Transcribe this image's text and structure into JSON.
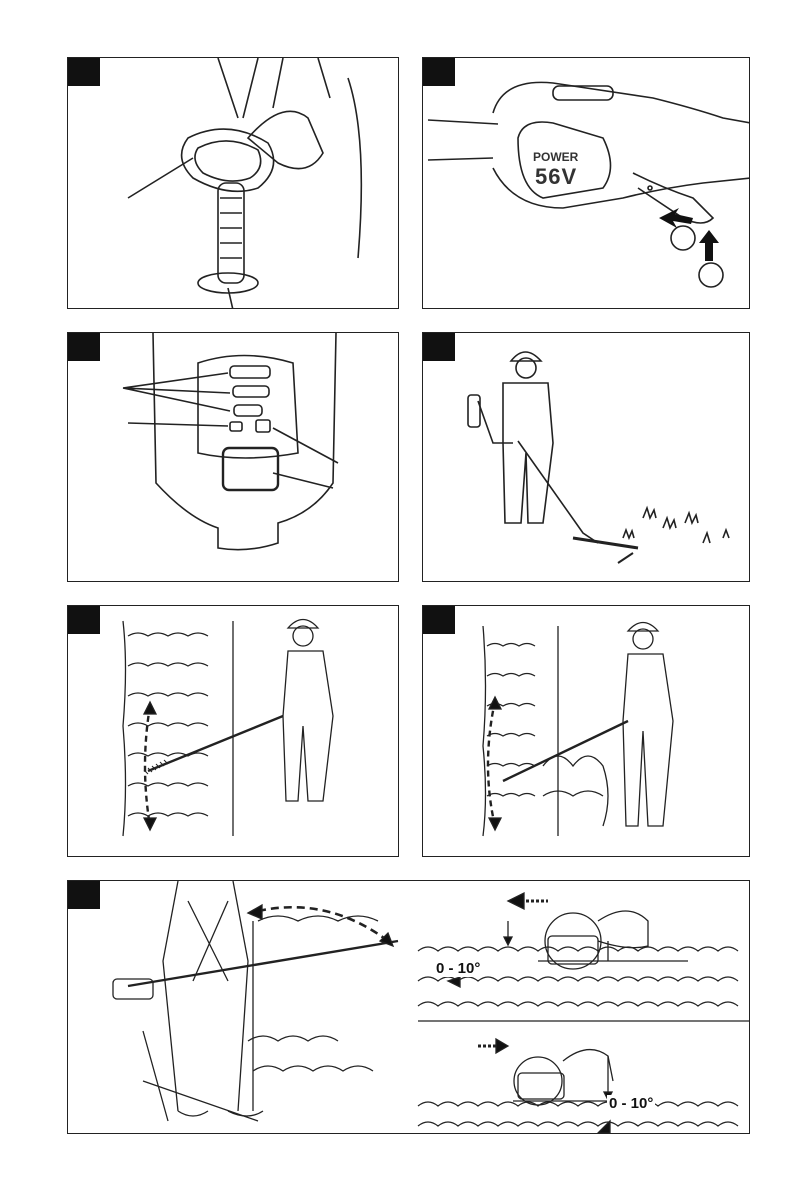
{
  "panels": [
    {
      "id": "p1",
      "content": "strap-and-handle"
    },
    {
      "id": "p2",
      "content": "tool-handle-power-56v"
    },
    {
      "id": "p3",
      "content": "control-panel"
    },
    {
      "id": "p4",
      "content": "operator-trimming-grass"
    },
    {
      "id": "p5",
      "content": "operator-cutting-hedge-side"
    },
    {
      "id": "p6",
      "content": "operator-cutting-hedge-side-alt"
    },
    {
      "id": "p7",
      "content": "operator-cutting-hedge-top"
    }
  ],
  "tool": {
    "brand": "POWER",
    "voltage": "56V"
  },
  "cutting_angle": {
    "top": "0 - 10°",
    "bottom": "0 - 10°"
  },
  "colors": {
    "ink": "#111111",
    "badge": "#111111",
    "background": "#ffffff"
  }
}
